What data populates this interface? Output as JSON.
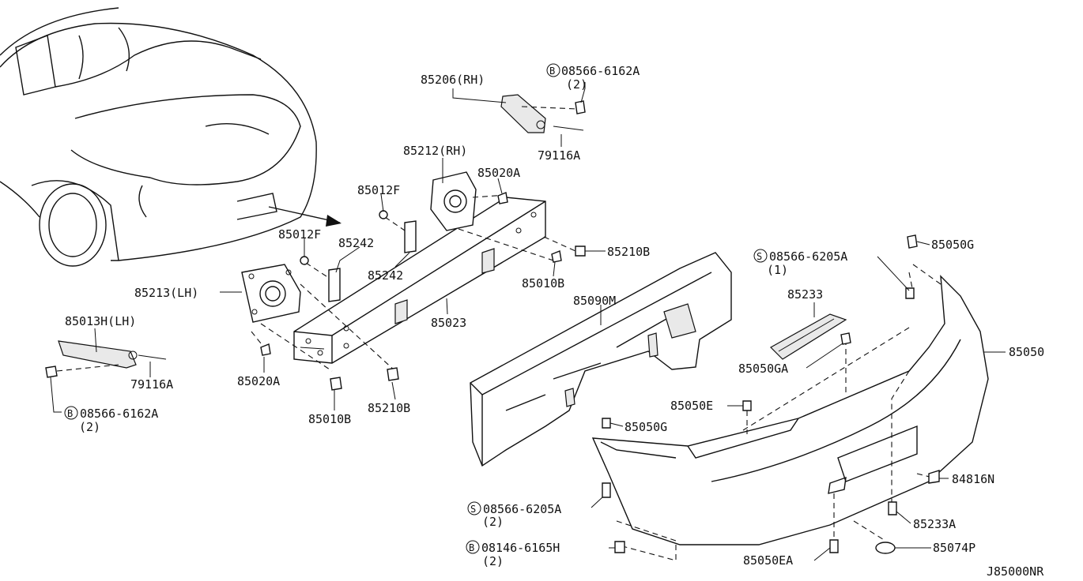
{
  "diagram_code": "J85000NR",
  "labels": {
    "l85206": "85206(RH)",
    "l08566_6162a_top": "08566-6162A",
    "l08566_6162a_top_qty": "(2)",
    "l79116a_top": "79116A",
    "l85212": "85212(RH)",
    "l85020a_top": "85020A",
    "l85012f_a": "85012F",
    "l85012f_b": "85012F",
    "l85242_a": "85242",
    "l85242_b": "85242",
    "l85210b_right": "85210B",
    "l85010b_top": "85010B",
    "l85213": "85213(LH)",
    "l85023": "85023",
    "l85090m": "85090M",
    "l85013h": "85013H(LH)",
    "l79116a_left": "79116A",
    "l08566_6162a_left": "08566-6162A",
    "l08566_6162a_left_qty": "(2)",
    "l85020a_bottom": "85020A",
    "l85010b_bottom": "85010B",
    "l85210b_bottom": "85210B",
    "l08566_6205a_right": "08566-6205A",
    "l08566_6205a_right_qty": "(1)",
    "l85050g_top": "85050G",
    "l85233": "85233",
    "l85050": "85050",
    "l85050ga": "85050GA",
    "l85050e": "85050E",
    "l85050g_mid": "85050G",
    "l84816n": "84816N",
    "l08566_6205a_bottom": "08566-6205A",
    "l08566_6205a_bottom_qty": "(2)",
    "l85233a": "85233A",
    "l08146_6165h": "08146-6165H",
    "l08146_6165h_qty": "(2)",
    "l85050ea": "85050EA",
    "l85074p": "85074P"
  },
  "markers": {
    "b": "B",
    "s": "S"
  }
}
